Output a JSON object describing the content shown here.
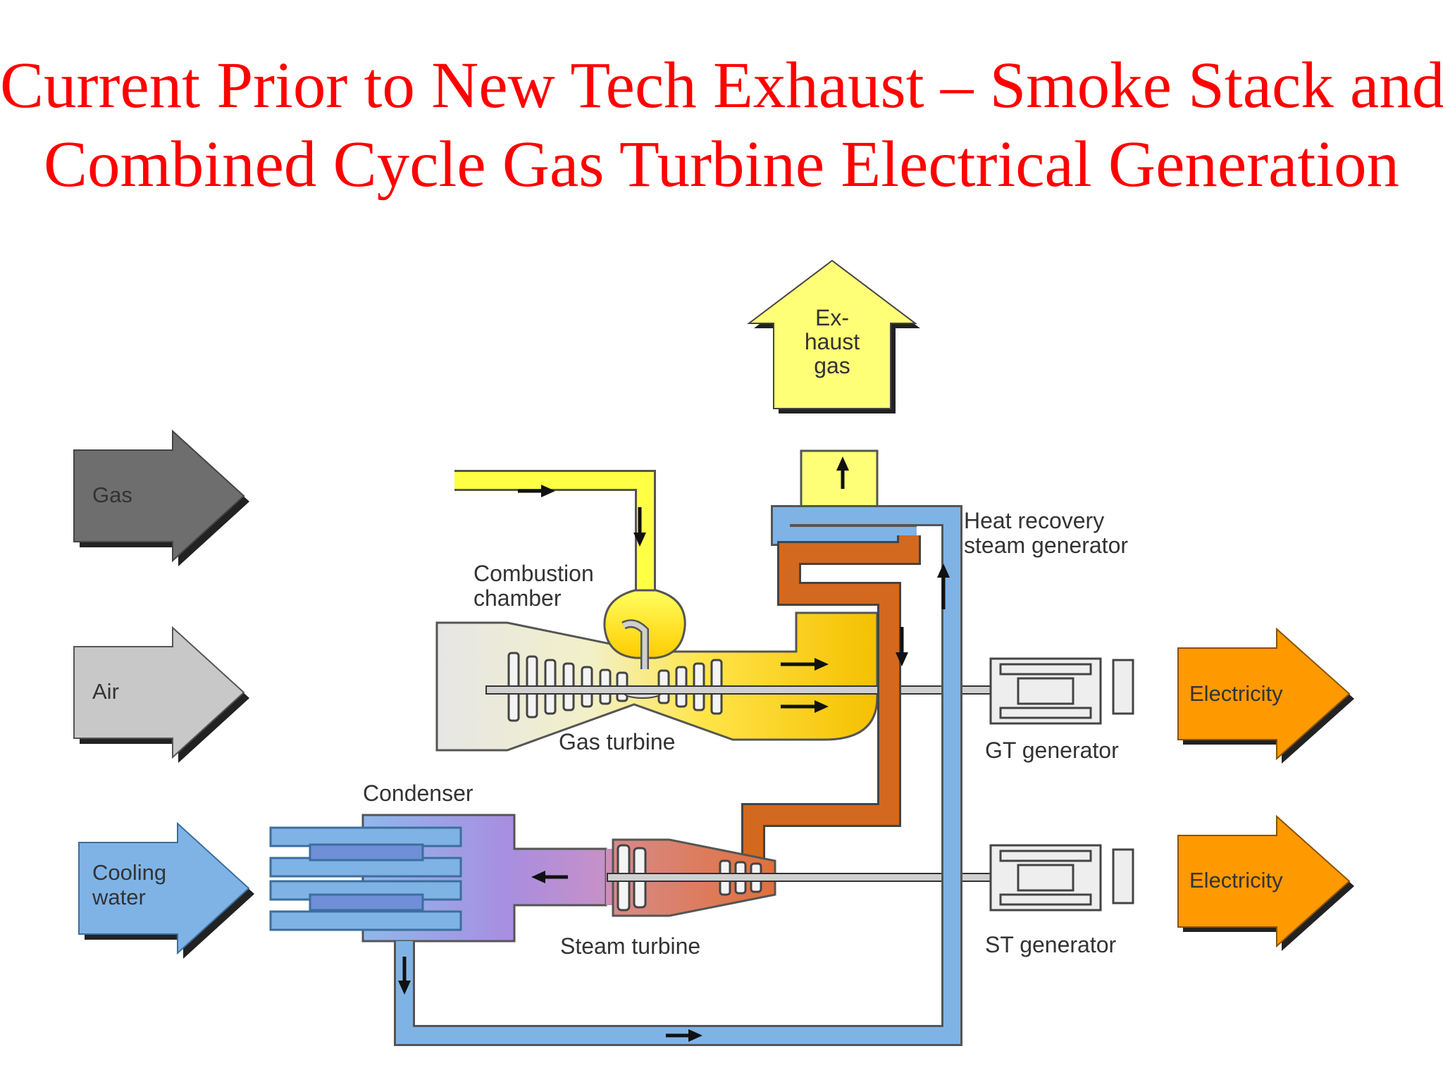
{
  "title": {
    "line1": "Current Prior to New Tech Exhaust – Smoke Stack and",
    "line2": "Combined Cycle Gas Turbine Electrical Generation"
  },
  "inputs": {
    "gas": "Gas",
    "air": "Air",
    "cooling_water_1": "Cooling",
    "cooling_water_2": "water"
  },
  "outputs": {
    "exhaust_1": "Ex-",
    "exhaust_2": "haust",
    "exhaust_3": "gas",
    "electricity_gt": "Electricity",
    "electricity_st": "Electricity"
  },
  "components": {
    "combustion_chamber_1": "Combustion",
    "combustion_chamber_2": "chamber",
    "gas_turbine": "Gas turbine",
    "hrsg_1": "Heat recovery",
    "hrsg_2": "steam generator",
    "gt_generator": "GT generator",
    "condenser": "Condenser",
    "steam_turbine": "Steam turbine",
    "st_generator": "ST generator"
  },
  "colors": {
    "title": "#ff0000",
    "gas_flow": "#ffff55",
    "exhaust": "#ffff77",
    "steam": "#d2691e",
    "water": "#7fb3e6",
    "electricity": "#ff9900",
    "gas_arrow": "#6e6e6e",
    "air_arrow": "#c8c8c8"
  }
}
